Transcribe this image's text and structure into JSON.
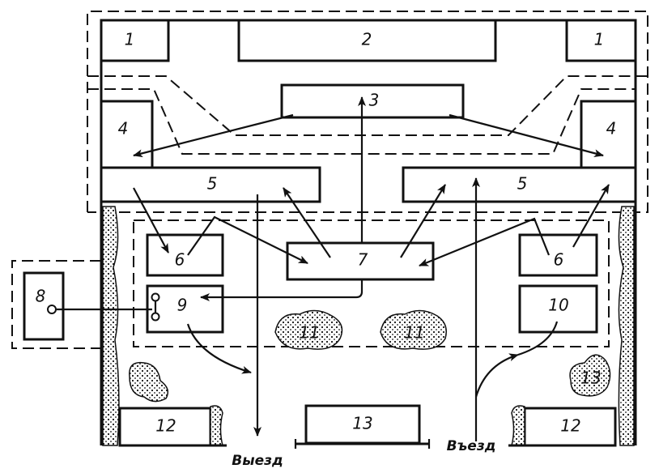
{
  "labels": {
    "service_left": "1",
    "main_block": "2",
    "service_right": "1",
    "block_3": "3",
    "block_4_left": "4",
    "block_4_right": "4",
    "block_5_left": "5",
    "block_5_right": "5",
    "block_6_left": "6",
    "block_6_right": "6",
    "block_7": "7",
    "block_8": "8",
    "block_9": "9",
    "block_10": "10",
    "bush_11_left": "11",
    "bush_11_right": "11",
    "block_12_left": "12",
    "block_12_right": "12",
    "block_13": "13",
    "bush_13": "13"
  },
  "captions": {
    "exit": "Выезд",
    "entry": "Въезд"
  }
}
